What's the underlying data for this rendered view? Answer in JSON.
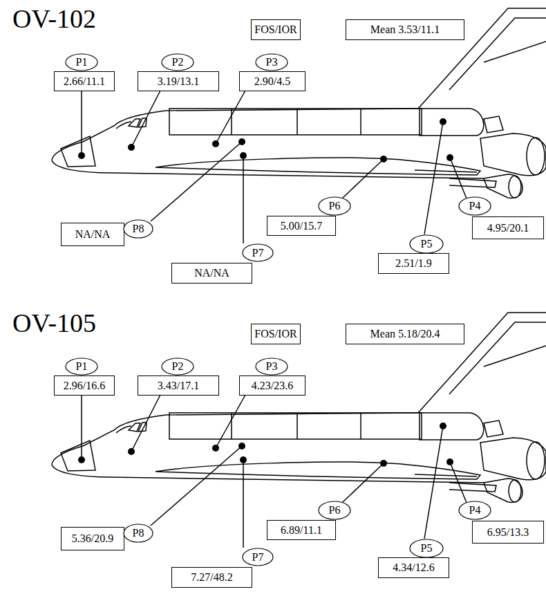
{
  "diagram": {
    "nodes": [
      {
        "text": [
          "FOS/IOR"
        ]
      },
      {
        "text": [
          "Mean 3.53/11.1"
        ]
      },
      {
        "text": [
          "P1"
        ]
      },
      {
        "text": [
          "2.66/11.1"
        ]
      },
      {
        "text": [
          "P2"
        ]
      },
      {
        "text": [
          "3.19/13.1"
        ]
      },
      {
        "text": [
          "P3"
        ]
      },
      {
        "text": [
          "2.90/4.5"
        ]
      },
      {
        "text": [
          "NA/NA"
        ]
      },
      {
        "text": [
          "P8"
        ]
      },
      {
        "text": [
          "P7"
        ]
      },
      {
        "text": [
          "NA/NA"
        ]
      },
      {
        "text": [
          "P6"
        ]
      },
      {
        "text": [
          "5.00/15.7"
        ]
      },
      {
        "text": [
          "P5"
        ]
      },
      {
        "text": [
          "2.51/1.9"
        ]
      },
      {
        "text": [
          "P4"
        ]
      },
      {
        "text": [
          "4.95/20.1"
        ]
      },
      {
        "text": [
          "FOS/IOR"
        ]
      },
      {
        "text": [
          "Mean 5.18/20.4"
        ]
      },
      {
        "text": [
          "P1"
        ]
      },
      {
        "text": [
          "2.96/16.6"
        ]
      },
      {
        "text": [
          "P2"
        ]
      },
      {
        "text": [
          "3.43/17.1"
        ]
      },
      {
        "text": [
          "P3"
        ]
      },
      {
        "text": [
          "4.23/23.6"
        ]
      },
      {
        "text": [
          "5.36/20.9"
        ]
      },
      {
        "text": [
          "P8"
        ]
      },
      {
        "text": [
          "P7"
        ]
      },
      {
        "text": [
          "7.27/48.2"
        ]
      },
      {
        "text": [
          "P6"
        ]
      },
      {
        "text": [
          "6.89/11.1"
        ]
      },
      {
        "text": [
          "P5"
        ]
      },
      {
        "text": [
          "4.34/12.6"
        ]
      },
      {
        "text": [
          "P4"
        ]
      },
      {
        "text": [
          "6.95/13.3"
        ]
      }
    ],
    "labels": [
      "OV-102",
      "OV-105"
    ]
  }
}
